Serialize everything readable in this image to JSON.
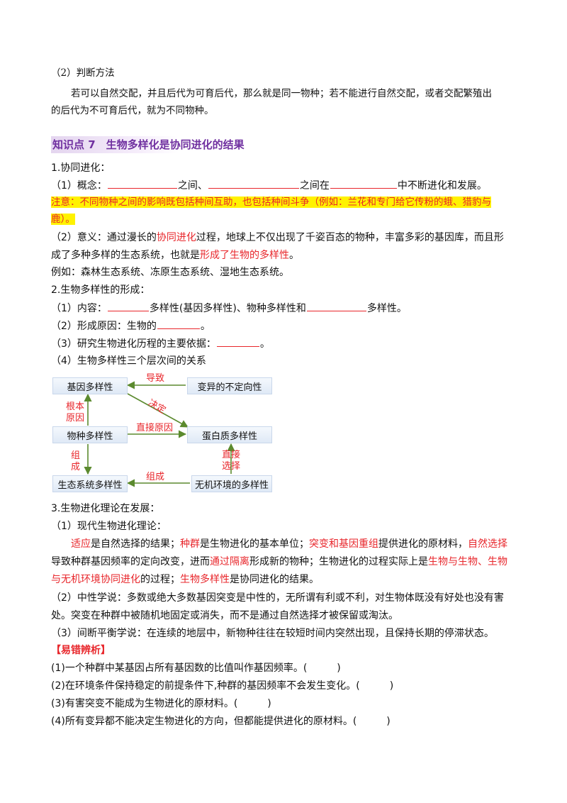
{
  "judge": {
    "heading": "（2）判断方法",
    "line1": "若可以自然交配，并且后代为可育后代，那么就是同一物种；若不能进行自然交配，或者交配繁殖出",
    "line2": "的后代为不可育后代，就为不同物种。"
  },
  "kp7": {
    "title": "知识点 7　生物多样化是协同进化的结果"
  },
  "coevo": {
    "heading": "1.协同进化：",
    "concept_prefix": "（1）概念：",
    "concept_t1": "之间、",
    "concept_t2": "之间在",
    "concept_t3": "中不断进化和发展。",
    "note1": "注意：不同物种之间的影响既包括种间互助，也包括种间斗争（例如：兰花和专门给它传粉的蛾、猎豹与",
    "note2": "鹿）。",
    "sig_a": "（2）意义：通过漫长的",
    "sig_red1": "协同进化",
    "sig_b": "过程，地球上不仅出现了千姿百态的物种，丰富多彩的基因库，而且形",
    "sig_c": "成了多种多样的生态系统，也就是",
    "sig_red2": "形成了生物的多样性",
    "sig_d": "。",
    "example": "例如：森林生态系统、冻原生态系统、湿地生态系统。"
  },
  "biodiv": {
    "heading": "2.生物多样性的形成：",
    "content_a": "（1）内容：",
    "content_b": "多样性(基因多样性)、物种多样性和",
    "content_c": "多样性。",
    "cause_a": "（2）形成原因：生物的",
    "cause_b": "。",
    "evidence_a": "（3）研究生物进化历程的主要依据：",
    "evidence_b": "。",
    "relation": "（4）生物多样性三个层次间的关系"
  },
  "diagram": {
    "gene": "基因多样性",
    "variation": "变异的不定向性",
    "species": "物种多样性",
    "protein": "蛋白质多样性",
    "ecosystem": "生态系统多样性",
    "environment": "无机环境的多样性",
    "lbl_leads": "导致",
    "lbl_root": "根本原因",
    "lbl_decides": "决定",
    "lbl_direct_cause": "直接原因",
    "lbl_compose1": "组成",
    "lbl_direct_select": "直接选择",
    "lbl_compose2": "组成"
  },
  "theory": {
    "heading": "3.生物进化理论在发展：",
    "modern": "（1）现代生物进化理论：",
    "p1_r1": "适应",
    "p1_t1": "是自然选择的结果；",
    "p1_r2": "种群",
    "p1_t2": "是生物进化的基本单位；",
    "p1_r3": "突变和基因重组",
    "p1_t3": "提供进化的原材料，",
    "p1_r4": "自然选择",
    "p2_t1": "导致种群基因频率的定向改变，进而",
    "p2_r1": "通过隔离",
    "p2_t2": "形成新的物种；生物进化的过程实际上是",
    "p2_r2": "生物与生物、生物",
    "p3_r1": "与无机环境协同进化",
    "p3_t1": "的过程；",
    "p3_r2": "生物多样性",
    "p3_t2": "是协同进化的结果。",
    "neutral1": "（2）中性学说：多数或绝大多数基因突变是中性的，无所谓有利或不利，对生物体既没有好处也没有害",
    "neutral2": "处。突变在种群中被随机地固定或消失，而不是通过自然选择才被保留或淘汰。",
    "punct": "（3）间断平衡学说：在连续的地层中，新物种往往在较短时间内突然出现，且保持长期的停滞状态。"
  },
  "errors": {
    "title": "【易错辨析】",
    "items": [
      "(1)一个种群中某基因占所有基因数的比值叫作基因频率。(　　　)",
      "(2)在环境条件保持稳定的前提条件下,种群的基因频率不会发生变化。(　　　)",
      "(3)有害突变不能成为生物进化的原材料。(　　　)",
      "(4)所有变异都不能决定生物进化的方向，但都能提供进化的原材料。(　　　)"
    ]
  }
}
